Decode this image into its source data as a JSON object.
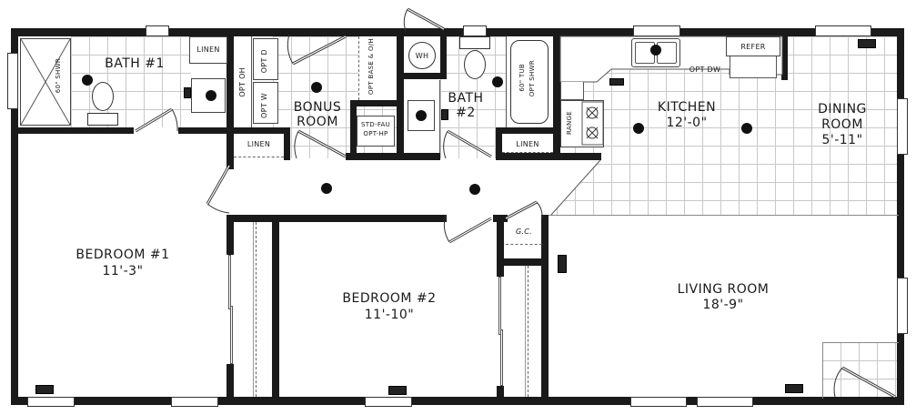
{
  "floor_plan": {
    "rooms": [
      {
        "id": "bath1",
        "name": "BATH #1",
        "dimension": ""
      },
      {
        "id": "bonus",
        "name": "BONUS ROOM",
        "line1": "BONUS",
        "line2": "ROOM",
        "dimension": ""
      },
      {
        "id": "bath2",
        "name": "BATH #2",
        "line1": "BATH",
        "line2": "#2",
        "dimension": ""
      },
      {
        "id": "kitchen",
        "name": "KITCHEN",
        "dimension": "12'-0\""
      },
      {
        "id": "dining",
        "name": "DINING ROOM",
        "line1": "DINING",
        "line2": "ROOM",
        "dimension": "5'-11\""
      },
      {
        "id": "bedroom1",
        "name": "BEDROOM #1",
        "dimension": "11'-3\""
      },
      {
        "id": "bedroom2",
        "name": "BEDROOM #2",
        "dimension": "11'-10\""
      },
      {
        "id": "living",
        "name": "LIVING ROOM",
        "dimension": "18'-9\""
      }
    ],
    "fixtures": {
      "shower_bath1": "60\" SHWR",
      "linen_bath1": "LINEN",
      "opt_oh": "OPT OH",
      "opt_d": "OPT D",
      "opt_w": "OPT W",
      "opt_base_oh": "OPT BASE & O/H",
      "water_heater": "WH",
      "furnace": "STD-FAU",
      "furnace_opt": "OPT-HP",
      "linen_hall_left": "LINEN",
      "tub_bath2_line1": "60\" TUB",
      "tub_bath2_line2": "OPT SHWR",
      "linen_hall_right": "LINEN",
      "range": "RANGE",
      "refer": "REFER",
      "opt_dw": "OPT DW",
      "guest_closet": "G.C."
    },
    "colors": {
      "wall": "#1a1a1a",
      "tile_grid": "#c8c8c8",
      "background": "#ffffff"
    }
  }
}
